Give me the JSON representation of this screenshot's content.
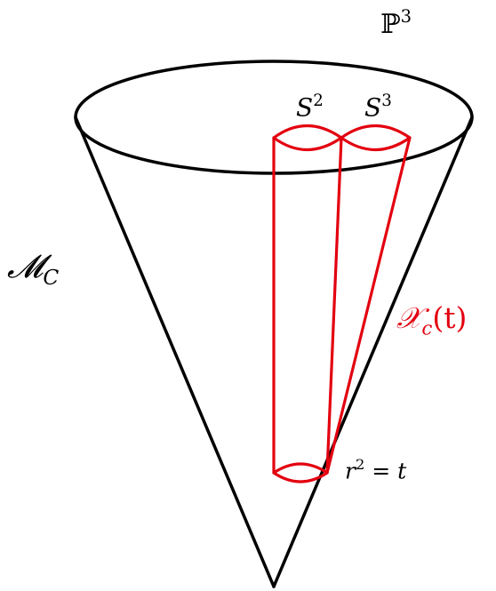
{
  "labels": {
    "projective_space": {
      "base": "ℙ",
      "sup": "3"
    },
    "moduli_space": {
      "base": "𝓜",
      "sub": "C"
    },
    "sphere_2": {
      "base": "S",
      "sup": "2"
    },
    "sphere_3": {
      "base": "S",
      "sup": "3"
    },
    "fiber": {
      "base": "𝒳",
      "sub": "c",
      "arg": "(t)"
    },
    "radius_condition": {
      "base": "r",
      "sup": "2",
      "rest": " = t"
    }
  },
  "colors": {
    "outline": "#000000",
    "highlight": "#e3000f",
    "background": "#ffffff"
  }
}
